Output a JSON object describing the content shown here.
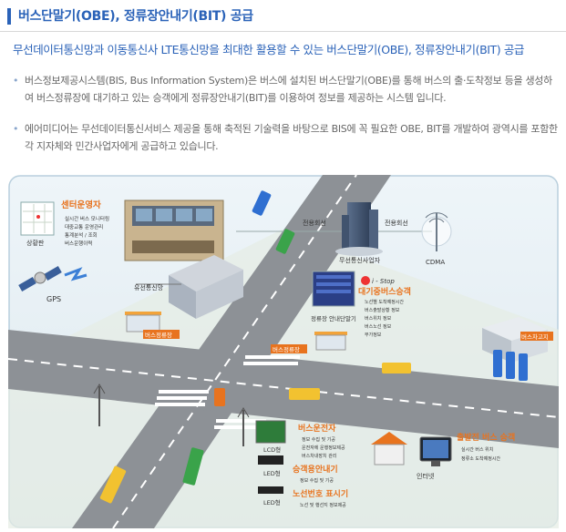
{
  "header": {
    "title": "버스단말기(OBE), 정류장안내기(BIT) 공급"
  },
  "intro": {
    "subtitle": "무선데이터통신망과 이동통신사 LTE통신망을 최대한 활용할 수 있는 버스단말기(OBE), 정류장안내기(BIT) 공급",
    "paragraphs": [
      "버스정보제공시스템(BIS, Bus Information System)은 버스에 설치된 버스단말기(OBE)를 통해 버스의 출·도착정보 등을 생성하여 버스정류장에 대기하고 있는 승객에게 정류장안내기(BIT)를 이용하여 정보를 제공하는 시스템 입니다.",
      "에어미디어는 무선데이터통신서비스 제공을 통해 축적된 기술력을 바탕으로 BIS에 꼭 필요한 OBE, BIT를 개발하여 광역시를 포함한 각 지자체와 민간사업자에게 공급하고 있습니다."
    ],
    "bullet": "•"
  },
  "diagram": {
    "center": {
      "title": "센터운영자",
      "items": [
        "실시간 버스 모니터링",
        "대중교통 운영관리",
        "통계분석 / 조회",
        "버스운행이력"
      ],
      "map_label": "상황판"
    },
    "gps_label": "GPS",
    "telecom_line_label": "유선통신망",
    "dedicated_line_label_1": "전용회선",
    "dedicated_line_label_2": "전용회선",
    "carrier_label": "무선통신사업자",
    "cdma_label": "CDMA",
    "bus_stop_label_1": "버스정류장",
    "bus_stop_label_2": "버스정류장",
    "garage_label": "버스차고지",
    "bit": {
      "brand": "i - Stop",
      "title": "대기중버스승객",
      "device_label": "정류장 안내단말기",
      "items": [
        "노선별 도착예정시간",
        "버스출발상황 정보",
        "버스위치 정보",
        "버스노선 정보",
        "부가정보"
      ]
    },
    "obe": {
      "title": "버스운전자",
      "items": [
        "정보 수집 및 기공",
        "운전자에 운행정보제공",
        "버스차내장치 관리"
      ]
    },
    "passenger": {
      "title": "승객용안내기",
      "items": [
        "정보 수집 및 기공"
      ]
    },
    "route_display": {
      "title": "노선번호 표시기",
      "items": [
        "노선 및 행선지 정보제공"
      ]
    },
    "lcd_label": "LCD형",
    "led_label_1": "LED형",
    "led_label_2": "LED형",
    "departure": {
      "title": "출발전 버스 승객",
      "items": [
        "실시간 버스 위치",
        "정류소 도착예정시간"
      ],
      "internet_label": "인터넷"
    },
    "colors": {
      "accent_blue": "#2a62b8",
      "orange": "#e8731e",
      "road": "#8d9196"
    }
  }
}
